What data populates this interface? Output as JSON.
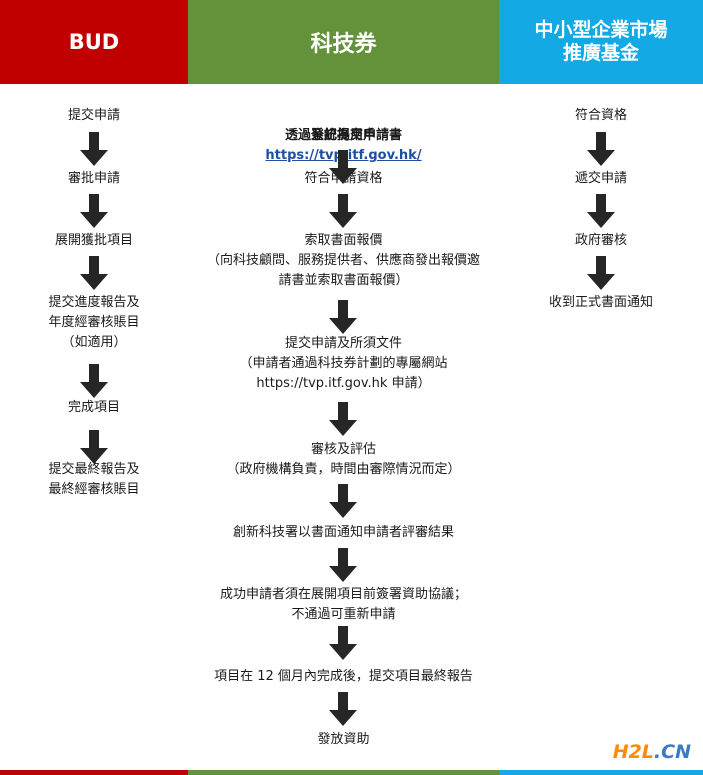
{
  "headers": {
    "bud": "BUD",
    "tvp": "科技券",
    "sme_line1": "中小型企業市場",
    "sme_line2": "推廣基金"
  },
  "bud_steps": [
    "提交申請",
    "審批申請",
    "展開獲批項目",
    "提交進度報告及\n年度經審核賬目\n（如適用）",
    "完成項目",
    "提交最終報告及\n最終經審核賬目"
  ],
  "tvp_intro": {
    "prefix": "登記為用戶",
    "link": "https://tvp.itf.gov.hk/",
    "line2": "透過系統提交申請書"
  },
  "tvp_steps": [
    "符合申請資格",
    "索取書面報價\n（向科技顧問、服務提供者、供應商發出報價邀\n請書並索取書面報價）",
    "提交申請及所須文件\n（申請者通過科技券計劃的專屬網站\nhttps://tvp.itf.gov.hk 申請）",
    "審核及評估\n（政府機構負責，時間由審際情況而定）",
    "創新科技署以書面通知申請者評審結果",
    "成功申請者須在展開項目前簽署資助協議；\n不通過可重新申請",
    "項目在 12 個月內完成後，提交項目最終報告",
    "發放資助"
  ],
  "sme_steps": [
    "符合資格",
    "遞交申請",
    "政府審核",
    "收到正式書面通知"
  ],
  "watermark": {
    "part1": "H2L",
    "part2": ".CN"
  },
  "colors": {
    "bud": "#c00000",
    "tvp": "#63923a",
    "sme": "#13a9e5",
    "arrow": "#262626"
  }
}
